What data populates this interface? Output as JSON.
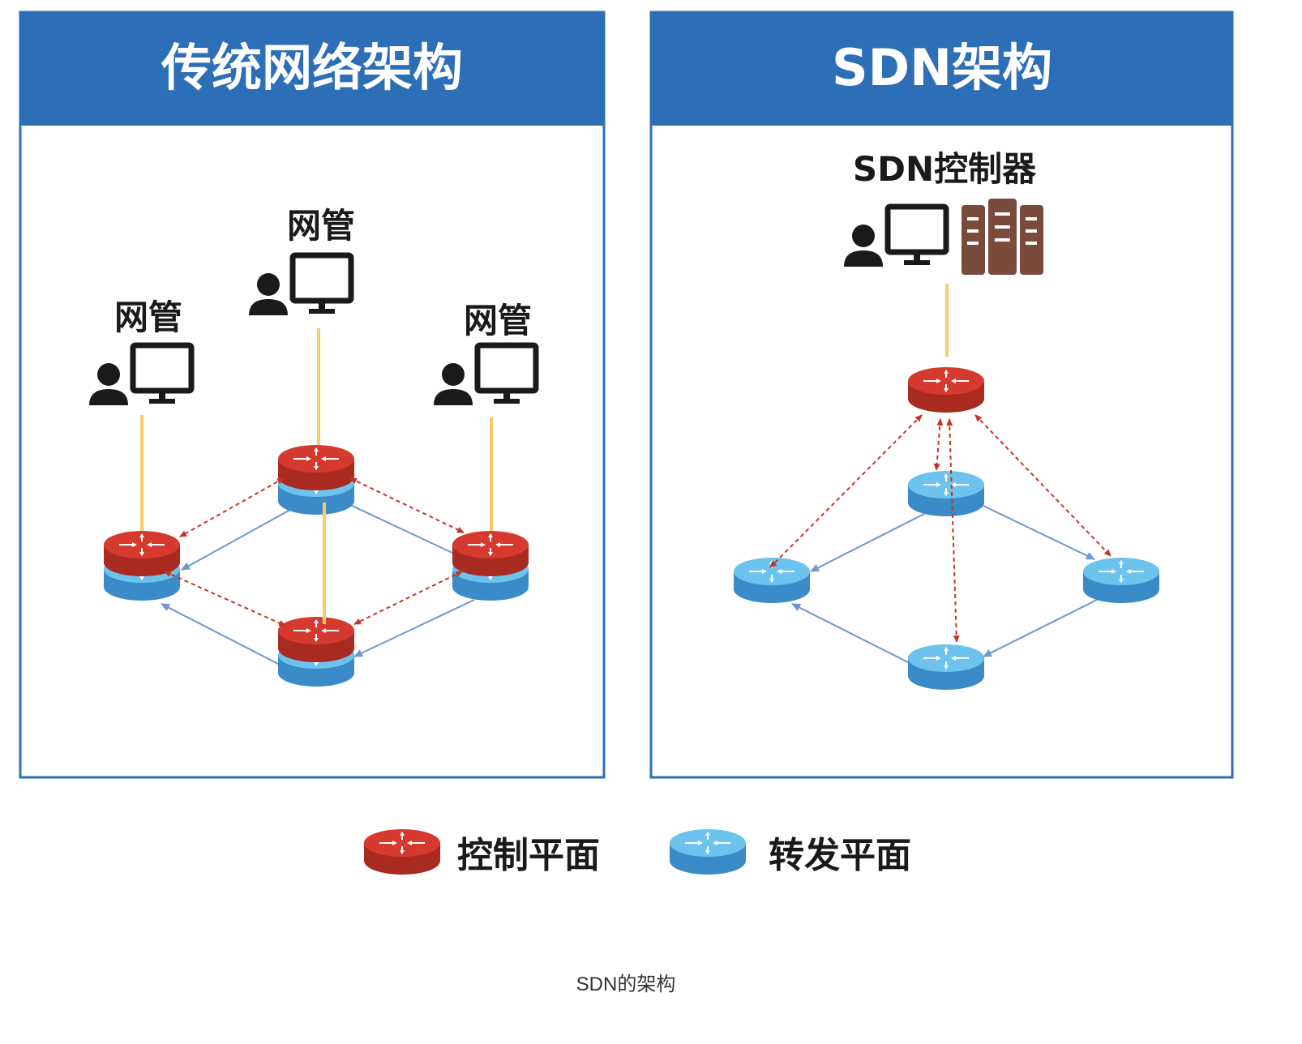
{
  "colors": {
    "panel_header": "#2d6fb7",
    "panel_border": "#2d6fb7",
    "control_plane": "#c5342a",
    "forwarding_plane": "#4aa3de",
    "mgmt_link": "#f6cd6a",
    "control_link": "#c5342a",
    "data_link": "#6d97cf",
    "server": "#7a4a3a",
    "icon": "#1a1a1a"
  },
  "panels": {
    "left": {
      "title": "传统网络架构",
      "managers": [
        {
          "label": "网管"
        },
        {
          "label": "网管"
        },
        {
          "label": "网管"
        }
      ]
    },
    "right": {
      "title": "SDN架构",
      "controller_label": "SDN控制器"
    }
  },
  "legend": {
    "control": "控制平面",
    "forwarding": "转发平面"
  },
  "caption": "SDN的架构"
}
